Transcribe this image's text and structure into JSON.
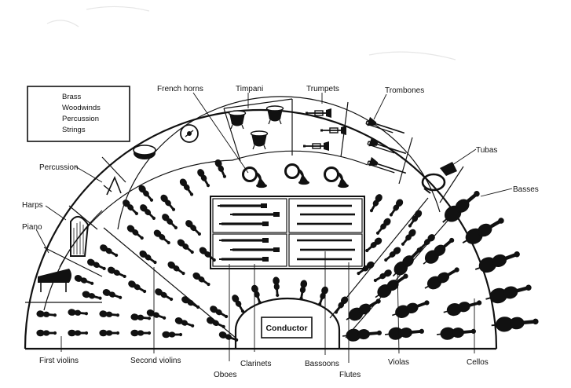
{
  "legend": {
    "items": [
      "Brass",
      "Woodwinds",
      "Percussion",
      "Strings"
    ]
  },
  "labels": {
    "french_horns": "French horns",
    "timpani": "Timpani",
    "trumpets": "Trumpets",
    "trombones": "Trombones",
    "tubas": "Tubas",
    "basses": "Basses",
    "percussion": "Percussion",
    "harps": "Harps",
    "piano": "Piano",
    "first_violins": "First violins",
    "second_violins": "Second violins",
    "oboes": "Oboes",
    "clarinets": "Clarinets",
    "bassoons": "Bassoons",
    "flutes": "Flutes",
    "violas": "Violas",
    "cellos": "Cellos"
  },
  "conductor": {
    "label": "Conductor"
  },
  "icons": {
    "violin": "violin-icon",
    "cello": "cello-icon",
    "french_horn": "french-horn-icon",
    "timpani": "timpani-icon",
    "trumpet": "trumpet-icon",
    "trombone": "trombone-icon",
    "tuba": "tuba-icon",
    "harp": "harp-icon",
    "piano": "piano-icon",
    "snare_drum": "snare-drum-icon",
    "cymbal": "cymbal-icon",
    "triangle": "triangle-icon",
    "woodwind": "woodwind-icon"
  },
  "colors": {
    "ink": "#111111",
    "background": "#ffffff"
  }
}
